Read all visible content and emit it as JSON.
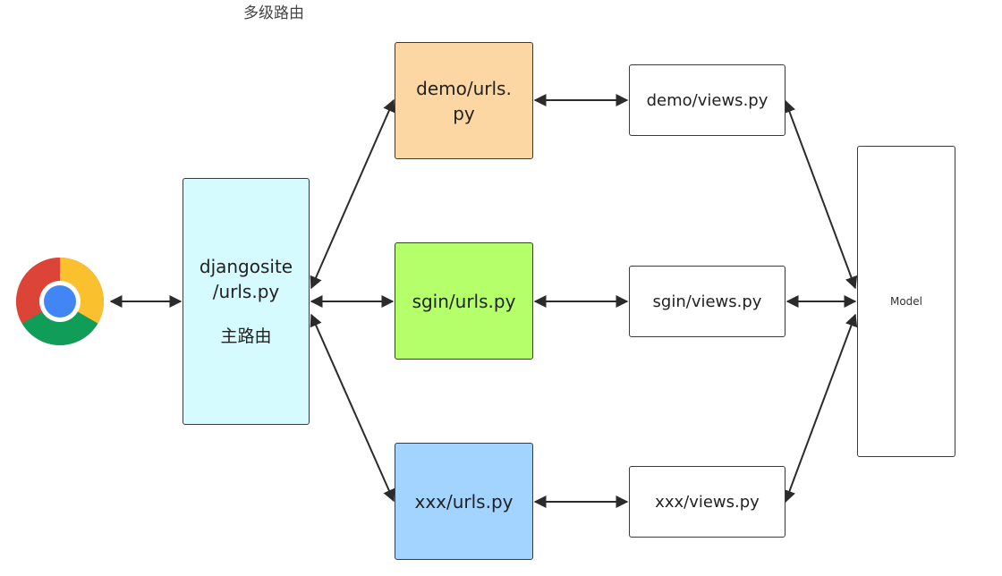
{
  "diagram": {
    "title": "多级路由",
    "main_router": {
      "line1": "djangosite",
      "line2": "/urls.py",
      "subtitle": "主路由"
    },
    "demo_urls": "demo/urls.\npy",
    "sgin_urls": "sgin/urls.py",
    "xxx_urls": "xxx/urls.py",
    "demo_views": "demo/views.py",
    "sgin_views": "sgin/views.py",
    "xxx_views": "xxx/views.py",
    "model": "Model",
    "browser_icon": "chrome-browser-icon",
    "colors": {
      "main": "#d6fbff",
      "demo": "#fcd7a3",
      "sgin": "#b5ff6a",
      "xxx": "#a3d4ff",
      "line": "#2b2b2b"
    }
  }
}
